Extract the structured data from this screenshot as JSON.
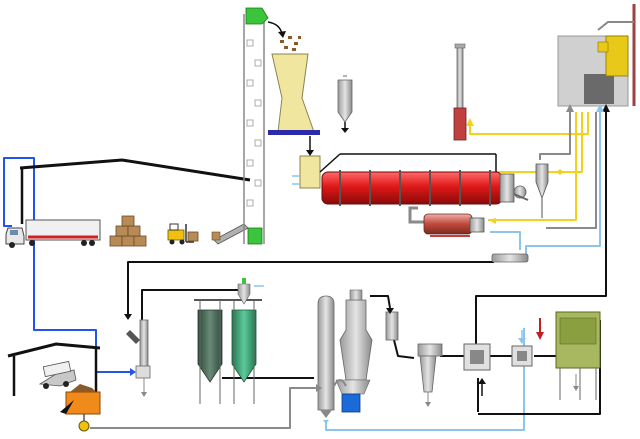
{
  "diagram": {
    "style": "process flow schematic",
    "labels": [],
    "colors": {
      "background": "#ffffff",
      "line_black": "#111111",
      "line_blue": "#2255ee",
      "line_lightblue": "#8cc4ee",
      "line_yellow": "#f2d21b",
      "line_grey": "#8a8a8a",
      "dryer_red": "#d81c1c",
      "hopper_tan": "#f0e6a0",
      "elevator_green": "#3cc43c",
      "silo_darkgreen": "#4a6a58",
      "silo_green": "#3aa070",
      "plant_grey": "#c8c8c8",
      "chimney_red": "#c04040",
      "orange": "#f08a1a",
      "blue_unit": "#1a6ad8"
    },
    "components": [
      {
        "id": "truck-trailer",
        "icon": "truck-icon"
      },
      {
        "id": "straw-bales",
        "icon": "bales-icon"
      },
      {
        "id": "forklift",
        "icon": "forklift-icon"
      },
      {
        "id": "storage-shed",
        "icon": "shed-roof-icon"
      },
      {
        "id": "bucket-elevator",
        "icon": "elevator-icon"
      },
      {
        "id": "feed-hopper",
        "icon": "hopper-icon"
      },
      {
        "id": "small-silo",
        "icon": "silo-icon"
      },
      {
        "id": "rotary-drum-dryer",
        "icon": "drum-icon"
      },
      {
        "id": "heat-exchanger",
        "icon": "exchanger-icon"
      },
      {
        "id": "cyclone",
        "icon": "cyclone-icon"
      },
      {
        "id": "exhaust-stack",
        "icon": "stack-icon"
      },
      {
        "id": "boiler-plant",
        "icon": "boiler-icon"
      },
      {
        "id": "tipping-truck",
        "icon": "tipper-icon"
      },
      {
        "id": "receiving-pit",
        "icon": "pit-icon"
      },
      {
        "id": "storage-silos",
        "icon": "silos-icon"
      },
      {
        "id": "reactor-column",
        "icon": "column-icon"
      },
      {
        "id": "separator",
        "icon": "separator-icon"
      },
      {
        "id": "filter-units",
        "icon": "filter-icon"
      },
      {
        "id": "bag-filter",
        "icon": "bagfilter-icon"
      }
    ]
  }
}
